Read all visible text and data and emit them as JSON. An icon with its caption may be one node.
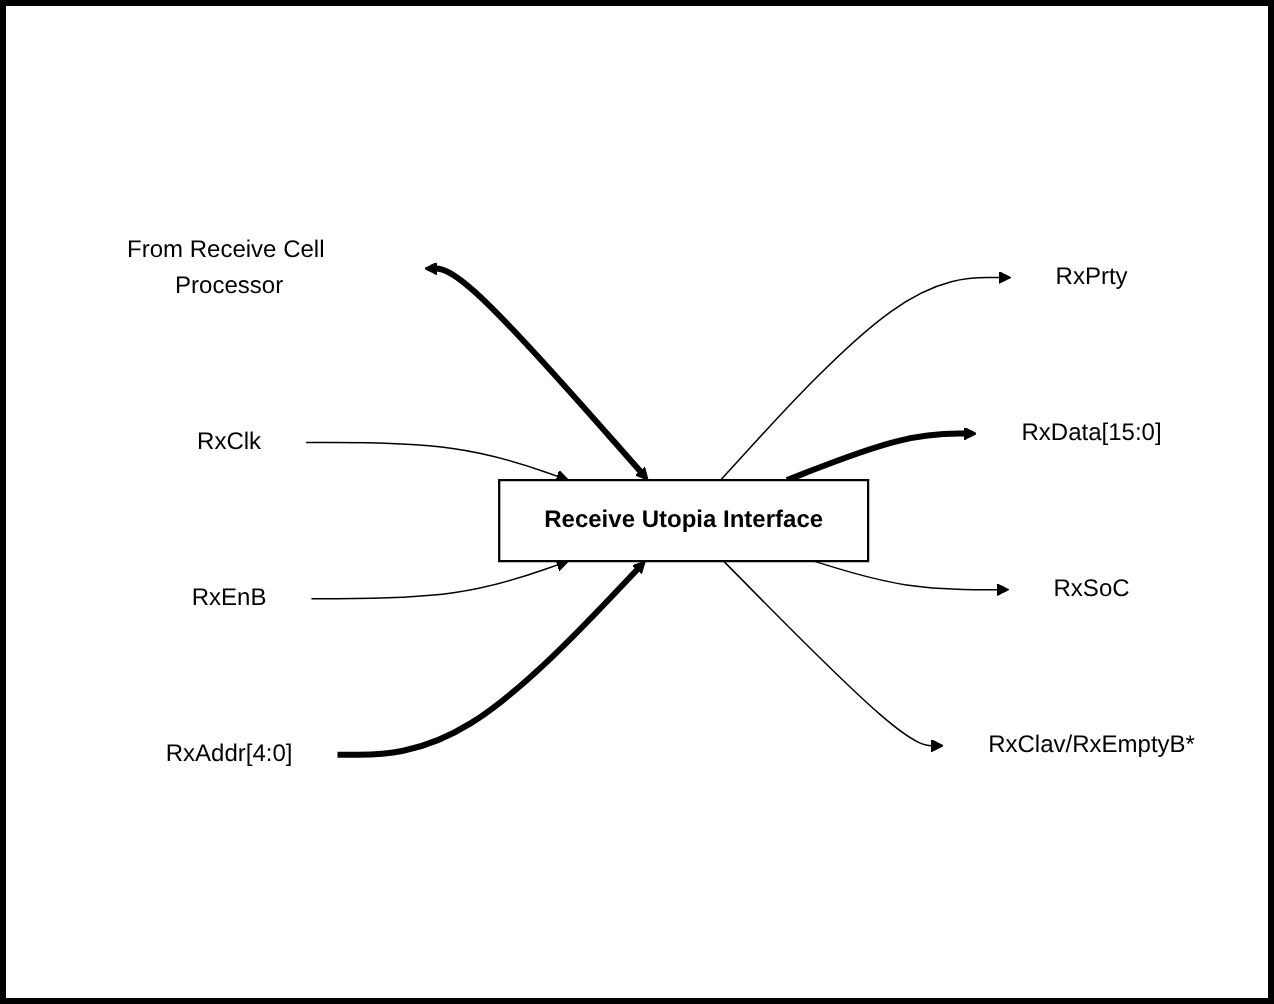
{
  "diagram": {
    "nodes": [
      {
        "text": [
          "From Receive Cell Processor"
        ]
      },
      {
        "text": [
          "Receive Utopia Interface"
        ]
      },
      {
        "text": [
          "RxClk"
        ]
      },
      {
        "text": [
          "RxEnB"
        ]
      },
      {
        "text": [
          "RxPrty"
        ]
      },
      {
        "text": [
          "RxData[15:0]"
        ]
      },
      {
        "text": [
          "RxSoC"
        ]
      },
      {
        "text": [
          "RxClav/RxEmptyB*"
        ]
      },
      {
        "text": [
          "RxAddr[4:0]"
        ]
      }
    ],
    "edges": [
      {
        "from": 0,
        "to": 1,
        "arrow": "both",
        "style": "thick"
      },
      {
        "from": 2,
        "to": 1,
        "arrow": "to"
      },
      {
        "from": 3,
        "to": 1,
        "arrow": "to"
      },
      {
        "from": 1,
        "to": 4,
        "arrow": "to"
      },
      {
        "from": 1,
        "to": 5,
        "arrow": "to",
        "style": "thick"
      },
      {
        "from": 1,
        "to": 6,
        "arrow": "to"
      },
      {
        "from": 1,
        "to": 7,
        "arrow": "to"
      },
      {
        "from": 8,
        "to": 1,
        "arrow": "to",
        "style": "thick"
      }
    ]
  }
}
